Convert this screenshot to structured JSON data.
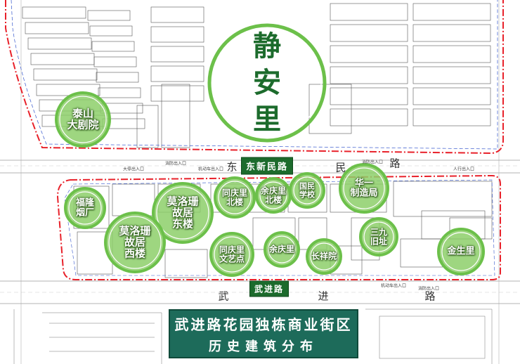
{
  "map": {
    "title_line1": "武进路花园独栋商业街区",
    "title_line2": "历史建筑分布",
    "district_label": [
      "静",
      "安",
      "里"
    ],
    "roads": {
      "dongxinmin_badge": "东新民路",
      "dongxinmin_chars": [
        "东",
        "民",
        "路"
      ],
      "wujin_badge": "武进路",
      "wujin_chars": [
        "武",
        "进",
        "路"
      ]
    },
    "sites": [
      {
        "id": "taishan",
        "lines": [
          "泰山",
          "大剧院"
        ]
      },
      {
        "id": "fugong",
        "lines": [
          "福隆",
          "烟厂"
        ]
      },
      {
        "id": "marumu-east",
        "lines": [
          "莫洛珊",
          "故居",
          "东楼"
        ]
      },
      {
        "id": "marumu-west",
        "lines": [
          "莫洛珊",
          "故居",
          "西楼"
        ]
      },
      {
        "id": "tongqingli-north",
        "lines": [
          "同庆里",
          "北楼"
        ]
      },
      {
        "id": "yuqingli-north",
        "lines": [
          "余庆里",
          "北楼"
        ]
      },
      {
        "id": "school",
        "lines": [
          "国民",
          "学校"
        ]
      },
      {
        "id": "huayi",
        "lines": [
          "华一",
          "制造局"
        ]
      },
      {
        "id": "tongqingli-corner",
        "lines": [
          "同庆里",
          "文艺点"
        ]
      },
      {
        "id": "yuqingli",
        "lines": [
          "余庆里"
        ]
      },
      {
        "id": "changxiangli",
        "lines": [
          "长祥院"
        ]
      },
      {
        "id": "sanjiu",
        "lines": [
          "三九",
          "旧址"
        ]
      },
      {
        "id": "jinshengli",
        "lines": [
          "金生里"
        ]
      }
    ],
    "notes": {
      "gate1": "大停出入口",
      "gate2": "消防出入口",
      "gate3": "机动车出入口",
      "gate4": "消防出入口",
      "gate5": "人行出入口",
      "gate6": "机动车出入口",
      "gate7": "消防出入口"
    },
    "colors": {
      "circle_green": "#6cc04a",
      "circle_fill": "#8dcf6a",
      "red_line": "#e8212a",
      "badge_green": "#1c6b2c",
      "title_bg": "#1d6b5a",
      "building_line": "#555555"
    }
  }
}
